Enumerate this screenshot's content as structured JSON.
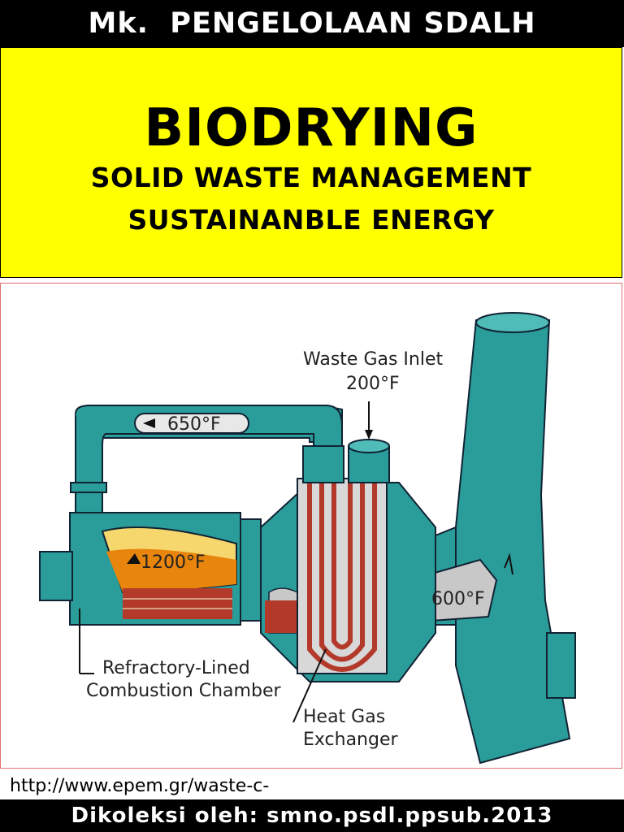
{
  "header": {
    "course": "Mk.  PENGELOLAAN SDALH"
  },
  "title": {
    "main": "BIODRYING",
    "sub1": "SOLID WASTE MANAGEMENT",
    "sub2": "SUSTAINANBLE ENERGY"
  },
  "diagram": {
    "labels": {
      "waste_gas_inlet": "Waste Gas Inlet",
      "inlet_temp": "200°F",
      "pipe_temp": "650°F",
      "chamber_temp": "1200°F",
      "stack_temp": "600°F",
      "refractory_1": "Refractory-Lined",
      "refractory_2": "Combustion Chamber",
      "exchanger_1": "Heat Gas",
      "exchanger_2": "Exchanger"
    }
  },
  "footer": {
    "url": "http://www.epem.gr/waste-c-",
    "credit": "Dikoleksi oleh: smno.psdl.ppsub.2013"
  }
}
